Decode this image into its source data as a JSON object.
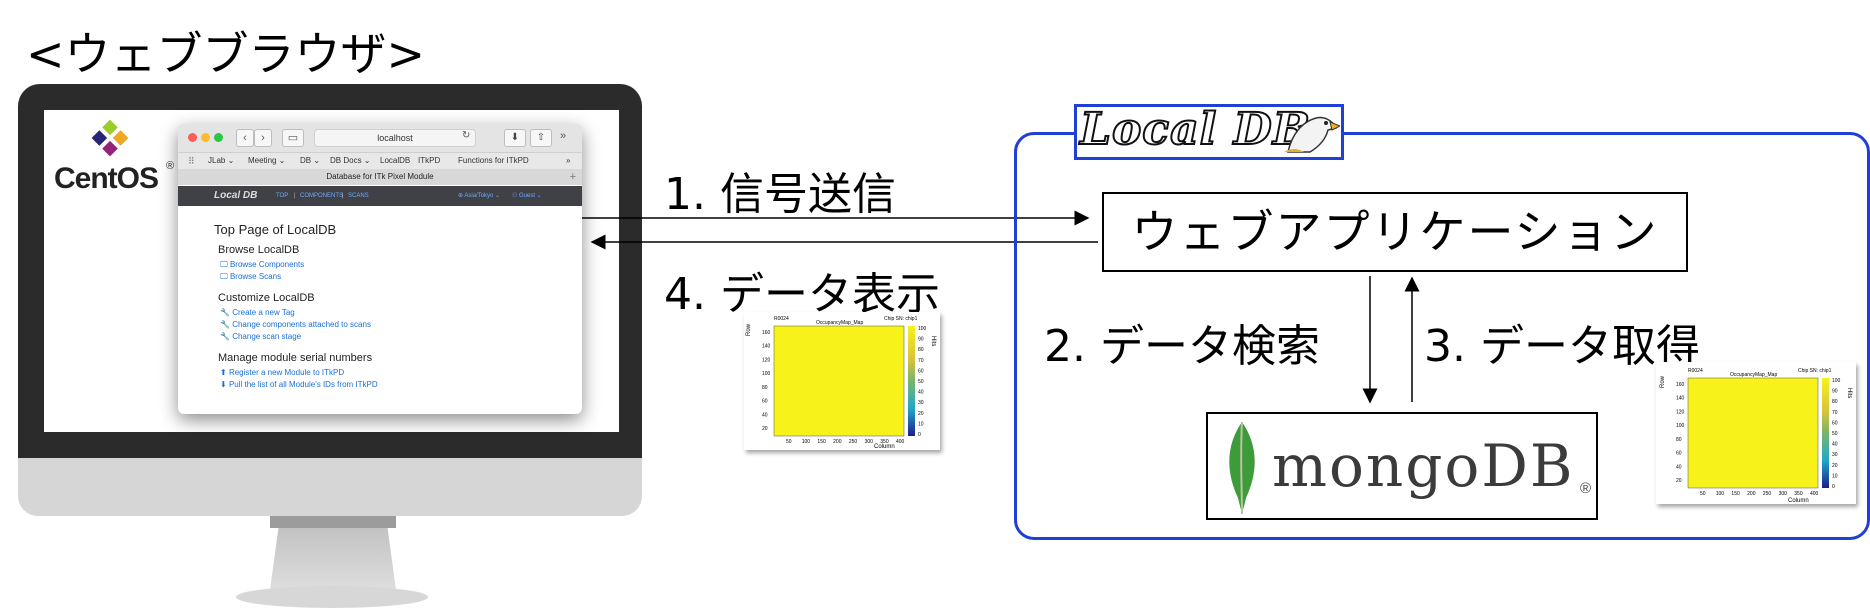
{
  "heading": "<ウェブブラウザ>",
  "centos": {
    "logo_text": "CentOS",
    "registered": "®"
  },
  "browser": {
    "url": "localhost",
    "bookmarks": [
      "JLab ⌄",
      "Meeting ⌄",
      "DB ⌄",
      "DB Docs ⌄",
      "LocalDB",
      "ITkPD",
      "Functions for ITkPD"
    ],
    "overflow": "»",
    "tab_title": "Database for ITk Pixel Module",
    "nav": {
      "links": [
        "TOP",
        "COMPONENTS",
        "SCANS"
      ],
      "right": [
        "⊕ Asia/Tokyo ⌄",
        "⚇ Guest ⌄"
      ]
    },
    "page_title": "Top Page of LocalDB",
    "sections": [
      {
        "title": "Browse LocalDB",
        "links": [
          "Browse Components",
          "Browse Scans"
        ]
      },
      {
        "title": "Customize LocalDB",
        "links": [
          "Create a new Tag",
          "Change components attached to scans",
          "Change scan stage"
        ]
      },
      {
        "title": "Manage module serial numbers",
        "links": [
          "Register a new Module to ITkPD",
          "Pull the list of all Module's IDs from ITkPD"
        ]
      }
    ]
  },
  "steps": {
    "send": "1. 信号送信",
    "search": "2. データ検索",
    "fetch": "3. データ取得",
    "display": "4. データ表示"
  },
  "localdb": {
    "logo": "Local DB",
    "webapp": "ウェブアプリケーション",
    "mongo": "mongoDB",
    "mongo_reg": "®",
    "mongo_color": "#3e9b3a",
    "border_color": "#1f3fd6"
  },
  "plot": {
    "id": "R0024",
    "title": "OccupancyMap_Map",
    "chip": "Chip SN: chip1",
    "xlabel": "Column",
    "ylabel": "Row",
    "zlabel": "Hits",
    "xticks": [
      "50",
      "100",
      "150",
      "200",
      "250",
      "300",
      "350",
      "400"
    ],
    "yticks": [
      "160",
      "140",
      "120",
      "100",
      "80",
      "60",
      "40",
      "20"
    ],
    "zticks": [
      "100",
      "90",
      "80",
      "70",
      "60",
      "50",
      "40",
      "30",
      "20",
      "10",
      "0"
    ],
    "fill_color": "#f7f21a"
  }
}
